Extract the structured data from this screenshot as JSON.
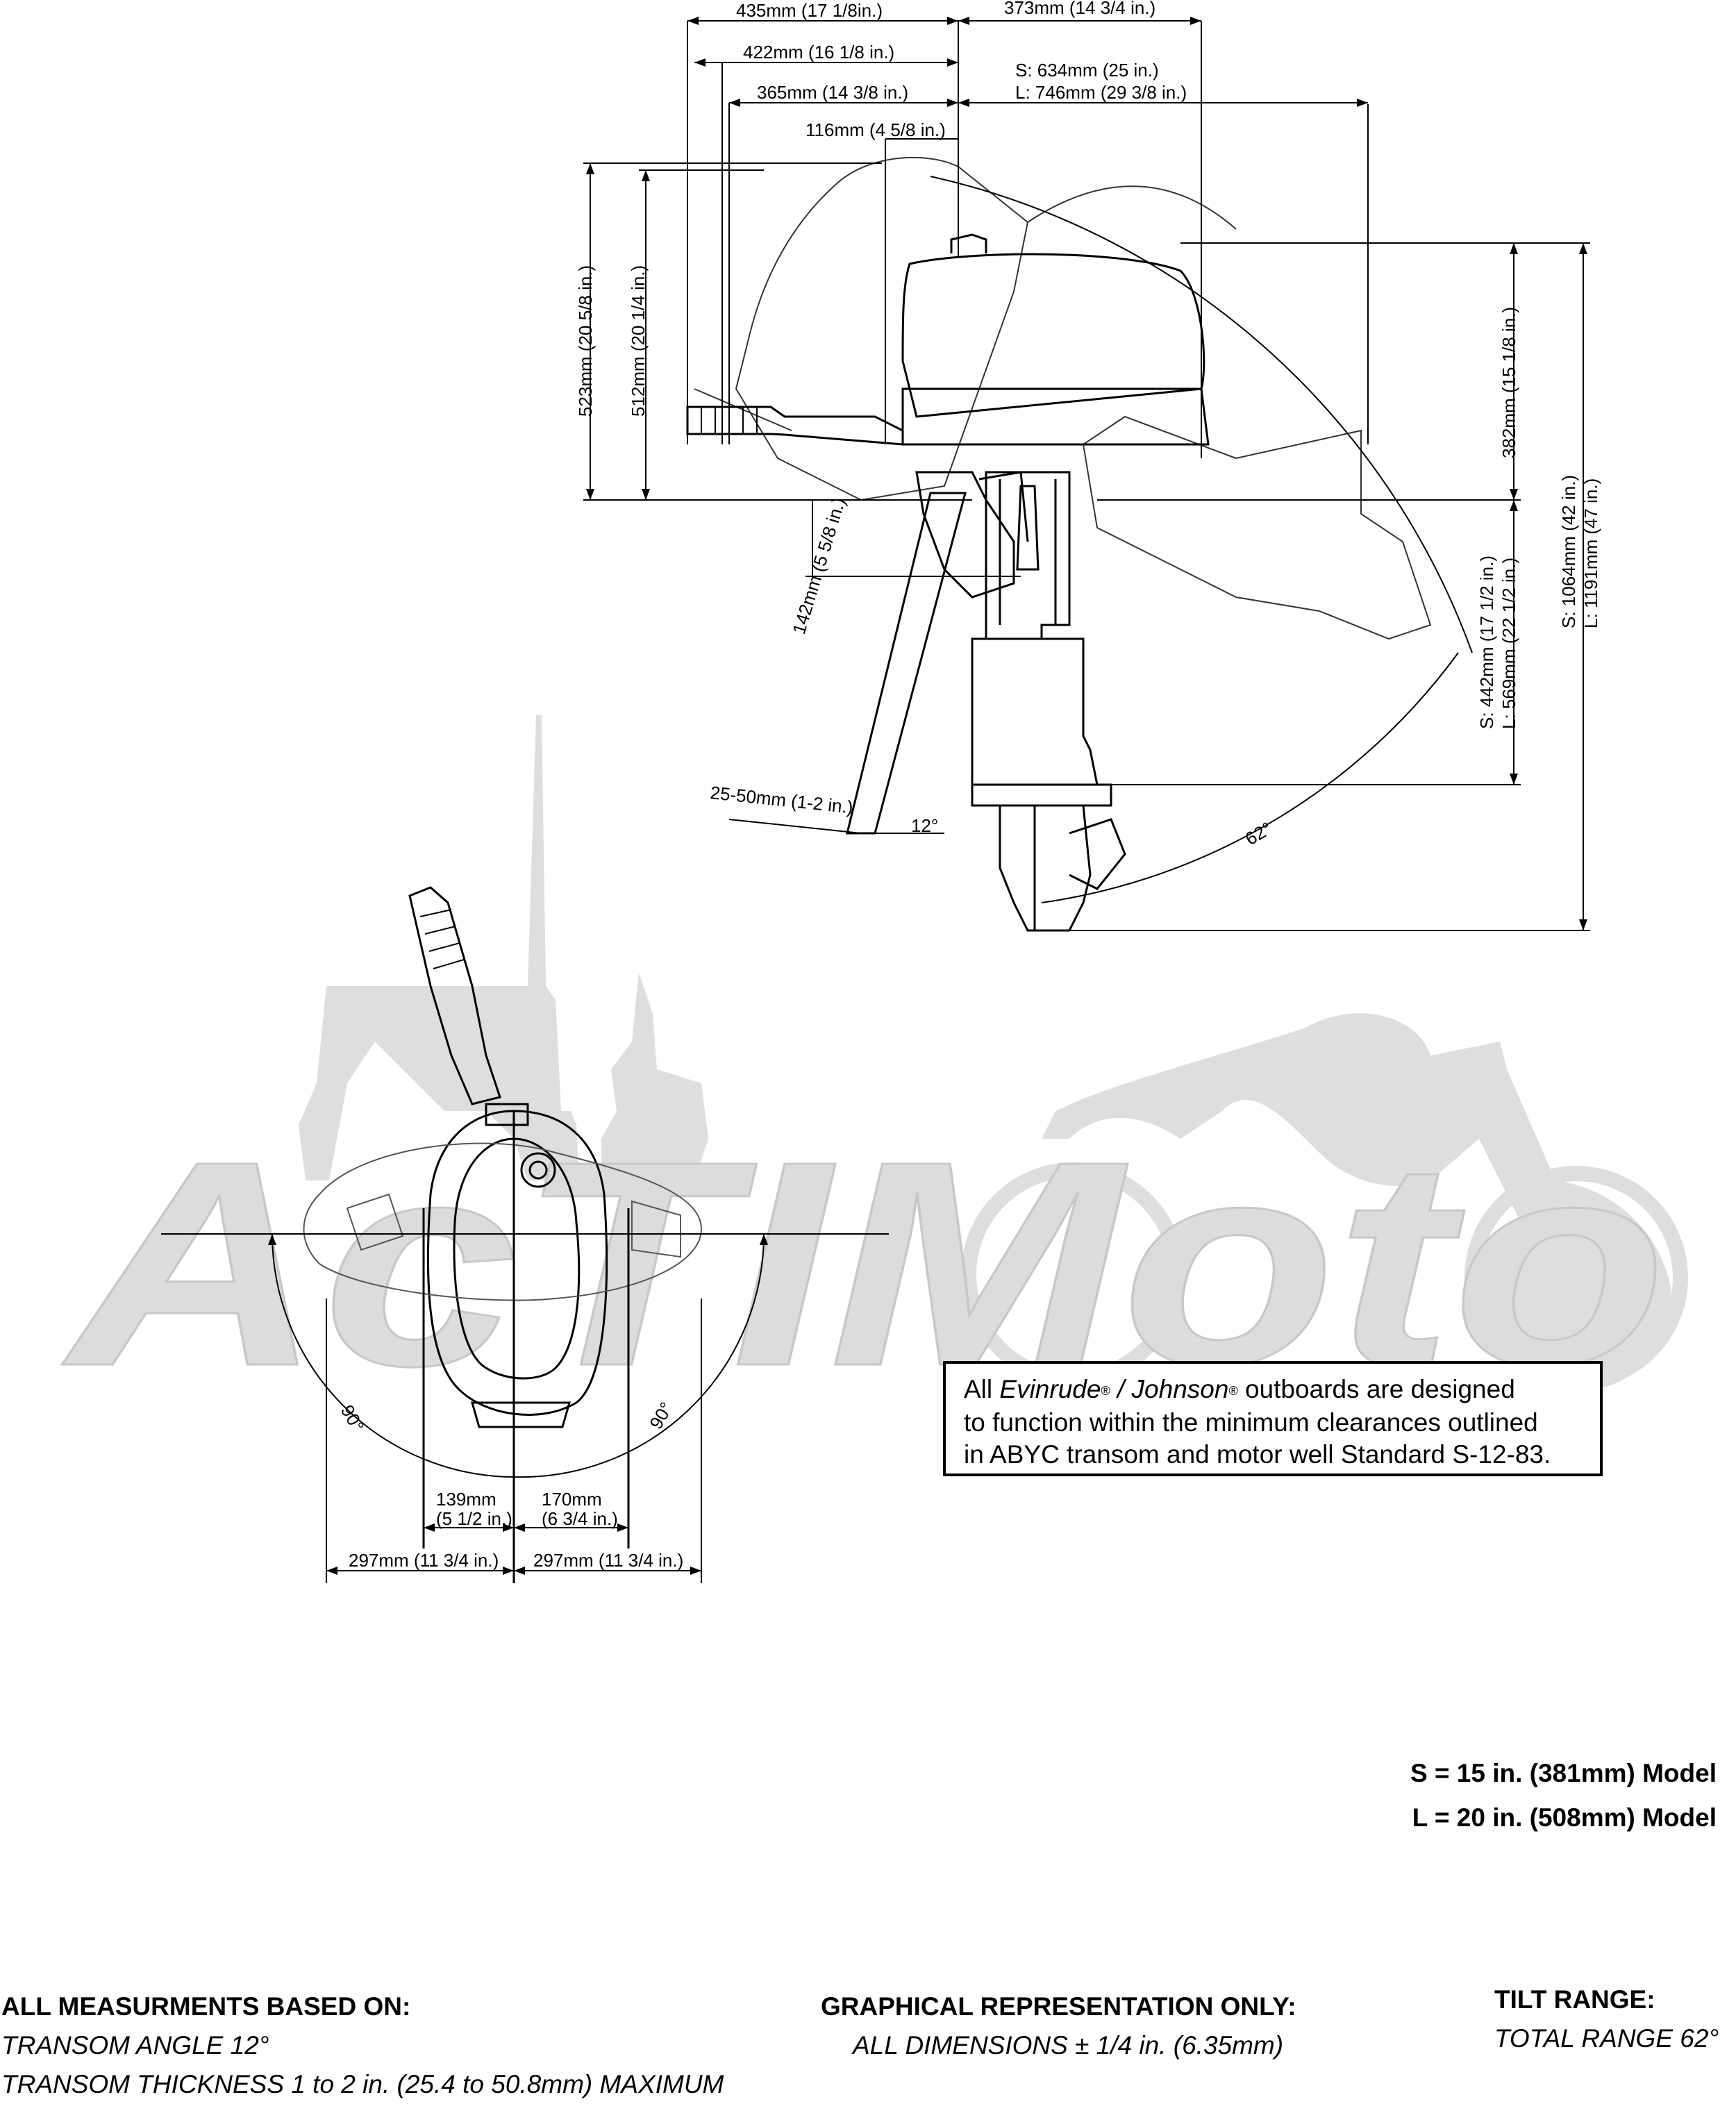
{
  "watermark": {
    "text": "AcTIMoto",
    "color": "#d9d9d9"
  },
  "side_view": {
    "top_dims": [
      "435mm (17 1/8in.)",
      "373mm (14 3/4 in.)",
      "422mm (16 1/8 in.)",
      "S: 634mm (25 in.)",
      "365mm (14 3/8 in.)",
      "L: 746mm (29 3/8 in.)",
      "116mm (4 5/8 in.)"
    ],
    "left_dims": [
      "523mm (20 5/8 in.)",
      "512mm (20 1/4 in.)"
    ],
    "right_dims": [
      "382mm (15 1/8 in.)",
      "S: 442mm (17 1/2 in.)",
      "L: 569mm (22 1/2 in.)",
      "S: 1064mm (42 in.)",
      "L: 1191mm (47 in.)"
    ],
    "clamp_dim": "142mm (5 5/8 in.)",
    "transom_thickness": "25-50mm (1-2 in.)",
    "transom_angle": "12°",
    "tilt_angle": "62°"
  },
  "top_view": {
    "left_angle": "90°",
    "right_angle": "90°",
    "inner_left": [
      "139mm",
      "(5 1/2 in.)"
    ],
    "inner_right": [
      "170mm",
      "(6 3/4 in.)"
    ],
    "outer_left": "297mm (11 3/4 in.)",
    "outer_right": "297mm (11 3/4 in.)"
  },
  "note": {
    "line1_prefix": "All ",
    "brand1": "Evinrude",
    "reg": "®",
    "sep": " / ",
    "brand2": "Johnson",
    "line1_suffix": " outboards are designed",
    "line2": "to function within the minimum clearances outlined",
    "line3": "in ABYC transom and motor well Standard S-12-83."
  },
  "models": [
    "S = 15 in. (381mm) Model",
    "L = 20 in. (508mm) Model"
  ],
  "footer": {
    "left_heading": "ALL MEASURMENTS BASED ON:",
    "left_line1": "TRANSOM ANGLE 12°",
    "left_line2": "TRANSOM THICKNESS 1 to 2 in. (25.4 to 50.8mm) MAXIMUM",
    "center_heading": "GRAPHICAL REPRESENTATION ONLY:",
    "center_line1": "ALL DIMENSIONS ± 1/4 in. (6.35mm)",
    "right_heading": "TILT RANGE:",
    "right_line1": "TOTAL RANGE 62°"
  }
}
